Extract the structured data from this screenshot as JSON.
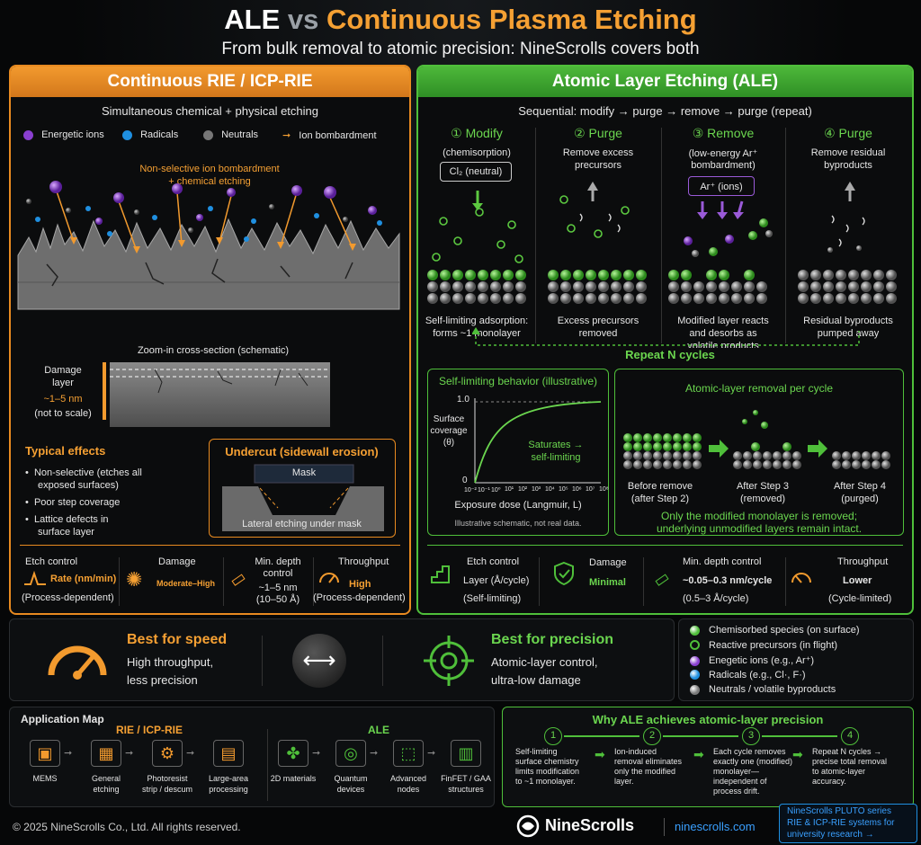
{
  "header": {
    "title_ale": "ALE",
    "title_vs": "vs",
    "title_cont": "Continuous Plasma Etching",
    "subtitle": "From bulk removal to atomic precision: NineScrolls covers both"
  },
  "rie": {
    "heading": "Continuous RIE / ICP-RIE",
    "mode": "Simultaneous chemical + physical etching",
    "legend": [
      "Energetic ions",
      "Radicals",
      "Neutrals",
      "Ion bombardment"
    ],
    "annotation_1": "Non-selective ion bombardment",
    "annotation_2": "+ chemical etching",
    "zoom_label": "Zoom-in cross-section (schematic)",
    "damage_1": "Damage",
    "damage_2": "layer",
    "damage_nm": "~1–5 nm",
    "damage_note": "(not to scale)",
    "effects_title": "Typical effects",
    "effects": [
      "Non-selective (etches all",
      "exposed surfaces)",
      "Poor step coverage",
      "Lattice defects in",
      "surface layer"
    ],
    "undercut_title": "Undercut (sidewall erosion)",
    "mask_label": "Mask",
    "lateral_label": "Lateral etching under mask",
    "metrics": {
      "etch_label": "Etch control",
      "etch_value": "Rate (nm/min)",
      "etch_note": "(Process-dependent)",
      "damage_label": "Damage",
      "damage_value": "Moderate–High",
      "depth_label_1": "Min. depth",
      "depth_label_2": "control",
      "depth_value": "~1–5 nm",
      "depth_note": "(10–50 Å)",
      "throughput_label": "Throughput",
      "throughput_value": "High",
      "throughput_note": "(Process-dependent)"
    }
  },
  "ale": {
    "heading": "Atomic Layer Etching (ALE)",
    "sequence": "Sequential: modify → purge → remove → purge (repeat)",
    "steps": [
      {
        "num": "1",
        "title": "Modify",
        "desc_1": "(chemisorption)",
        "desc_2": "",
        "tag": "Cl₂ (neutral)",
        "cap_1": "Self-limiting adsorption:",
        "cap_2": "forms ~1 monolayer",
        "cap_3": ""
      },
      {
        "num": "2",
        "title": "Purge",
        "desc_1": "Remove excess",
        "desc_2": "precursors",
        "tag": "",
        "cap_1": "Excess precursors",
        "cap_2": "removed",
        "cap_3": ""
      },
      {
        "num": "3",
        "title": "Remove",
        "desc_1": "(low-energy Ar⁺",
        "desc_2": "bombardment)",
        "tag": "Ar⁺ (ions)",
        "cap_1": "Modified layer reacts",
        "cap_2": "and desorbs as",
        "cap_3": "volatile products"
      },
      {
        "num": "4",
        "title": "Purge",
        "desc_1": "Remove residual",
        "desc_2": "byproducts",
        "tag": "",
        "cap_1": "Residual byproducts",
        "cap_2": "pumped away",
        "cap_3": ""
      }
    ],
    "repeat": "Repeat N cycles",
    "self_limiting": {
      "title": "Self-limiting behavior (illustrative)",
      "ylabel_1": "Surface",
      "ylabel_2": "coverage",
      "ylabel_3": "(θ)",
      "y_top": "1.0",
      "y_bottom": "0",
      "saturates_1": "Saturates →",
      "saturates_2": "self-limiting",
      "xticks": [
        "10⁻²",
        "10⁻¹",
        "10⁰",
        "10¹",
        "10²",
        "10³",
        "10⁴",
        "10⁵",
        "10⁶",
        "10⁷",
        "10⁸"
      ],
      "xlabel": "Exposure dose (Langmuir, L)",
      "note": "Illustrative schematic, not real data."
    },
    "removal": {
      "title": "Atomic-layer removal per cycle",
      "labels": [
        [
          "Before remove",
          "(after Step 2)"
        ],
        [
          "After Step 3",
          "(removed)"
        ],
        [
          "After Step 4",
          "(purged)"
        ]
      ],
      "note_1": "Only the modified monolayer is removed;",
      "note_2": "underlying unmodified layers remain intact."
    },
    "metrics": {
      "etch_label": "Etch control",
      "etch_value": "Layer (Å/cycle)",
      "etch_note": "(Self-limiting)",
      "damage_label": "Damage",
      "damage_value": "Minimal",
      "depth_label": "Min. depth control",
      "depth_value": "~0.05–0.3 nm/cycle",
      "depth_note": "(0.5–3 Å/cycle)",
      "throughput_label": "Throughput",
      "throughput_value": "Lower",
      "throughput_note": "(Cycle-limited)"
    }
  },
  "compare": {
    "speed_title": "Best for speed",
    "speed_1": "High throughput,",
    "speed_2": "less precision",
    "precision_title": "Best for precision",
    "precision_1": "Atomic-layer control,",
    "precision_2": "ultra-low damage"
  },
  "legend": [
    {
      "label": "Chemisorbed species (on surface)",
      "color": "#4fbf3a",
      "style": "solid"
    },
    {
      "label": "Reactive precursors (in flight)",
      "color": "#4fbf3a",
      "style": "ring"
    },
    {
      "label": "Enegetic ions (e.g., Ar⁺)",
      "color": "#8a3fd0",
      "style": "solid"
    },
    {
      "label": "Radicals (e.g., Cl·, F·)",
      "color": "#1f8fe0",
      "style": "solid"
    },
    {
      "label": "Neutrals / volatile byproducts",
      "color": "#7a7a7a",
      "style": "solid"
    }
  ],
  "appmap": {
    "title": "Application Map",
    "rie_title": "RIE / ICP-RIE",
    "ale_title": "ALE",
    "rie_items": [
      [
        "MEMS",
        ""
      ],
      [
        "General",
        "etching"
      ],
      [
        "Photoresist",
        "strip / descum"
      ],
      [
        "Large-area",
        "processing"
      ]
    ],
    "ale_items": [
      [
        "2D materials",
        ""
      ],
      [
        "Quantum",
        "devices"
      ],
      [
        "Advanced",
        "nodes"
      ],
      [
        "FinFET / GAA",
        "structures"
      ]
    ]
  },
  "why": {
    "title": "Why ALE achieves atomic-layer precision",
    "steps": [
      {
        "num": "1",
        "lines": [
          "Self-limiting",
          "surface chemistry",
          "limits modification",
          "to ~1 monolayer."
        ]
      },
      {
        "num": "2",
        "lines": [
          "Ion-induced",
          "removal eliminates",
          "only the modified",
          "layer."
        ]
      },
      {
        "num": "3",
        "lines": [
          "Each cycle removes",
          "exactly one (modified)",
          "monolayer—",
          "independent of",
          "process drift."
        ]
      },
      {
        "num": "4",
        "lines": [
          "Repeat N cycles →",
          "precise total removal",
          "to atomic-layer",
          "accuracy."
        ]
      }
    ]
  },
  "footer": {
    "copyright": "© 2025 NineScrolls Co., Ltd. All rights reserved.",
    "brand": "NineScrolls",
    "url": "ninescrolls.com",
    "promo_1": "NineScrolls PLUTO series",
    "promo_2": "RIE & ICP-RIE systems for",
    "promo_3": "university research →"
  },
  "colors": {
    "orange": "#f5a033",
    "green": "#4fbf3a",
    "purple": "#8a3fd0",
    "blue": "#1f8fe0",
    "gray": "#7a7a7a"
  }
}
